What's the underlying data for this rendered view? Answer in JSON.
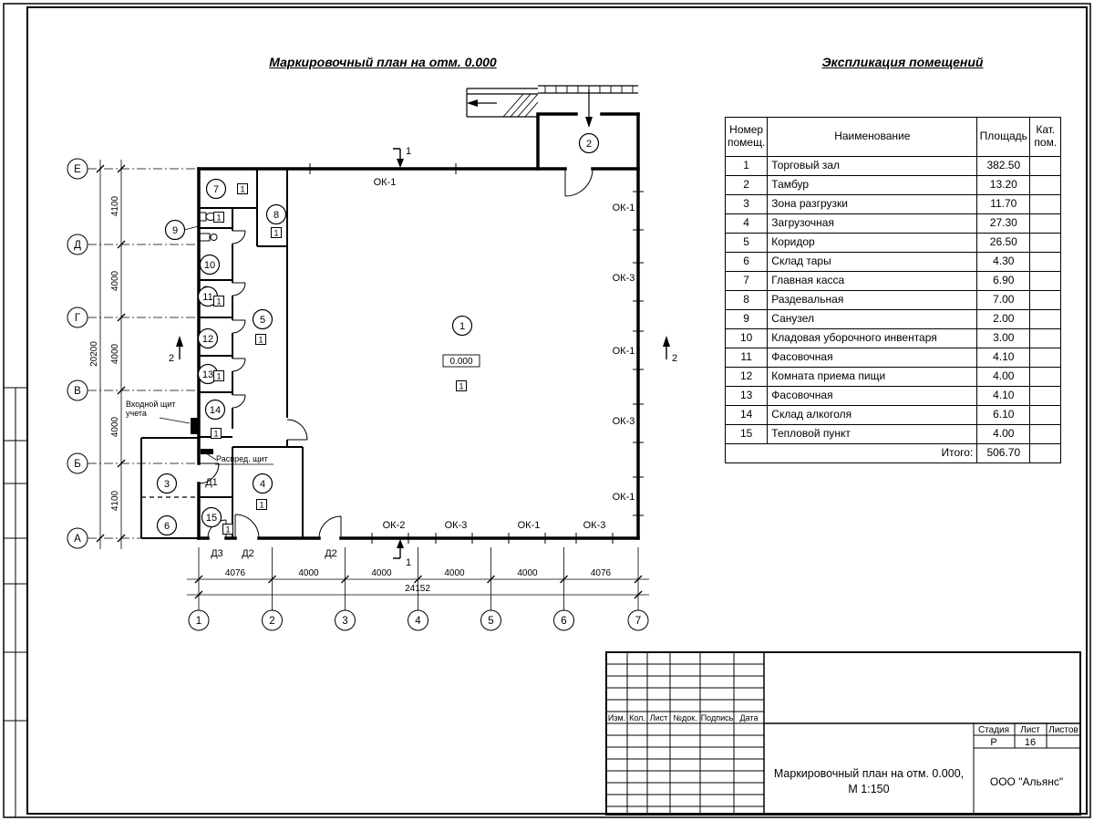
{
  "titles": {
    "plan": "Маркировочный план на отм. 0.000",
    "explication": "Экспликация помещений"
  },
  "explication": {
    "col_number": "Номер помещ.",
    "col_name": "Наименование",
    "col_area": "Площадь",
    "col_cat": "Кат. пом.",
    "rows": [
      {
        "n": "1",
        "name": "Торговый зал",
        "area": "382.50"
      },
      {
        "n": "2",
        "name": "Тамбур",
        "area": "13.20"
      },
      {
        "n": "3",
        "name": "Зона разгрузки",
        "area": "11.70"
      },
      {
        "n": "4",
        "name": "Загрузочная",
        "area": "27.30"
      },
      {
        "n": "5",
        "name": "Коридор",
        "area": "26.50"
      },
      {
        "n": "6",
        "name": "Склад тары",
        "area": "4.30"
      },
      {
        "n": "7",
        "name": "Главная касса",
        "area": "6.90"
      },
      {
        "n": "8",
        "name": "Раздевальная",
        "area": "7.00"
      },
      {
        "n": "9",
        "name": "Санузел",
        "area": "2.00"
      },
      {
        "n": "10",
        "name": "Кладовая уборочного инвентаря",
        "area": "3.00"
      },
      {
        "n": "11",
        "name": "Фасовочная",
        "area": "4.10"
      },
      {
        "n": "12",
        "name": "Комната приема пищи",
        "area": "4.00"
      },
      {
        "n": "13",
        "name": "Фасовочная",
        "area": "4.10"
      },
      {
        "n": "14",
        "name": "Склад алкоголя",
        "area": "6.10"
      },
      {
        "n": "15",
        "name": "Тепловой пункт",
        "area": "4.00"
      }
    ],
    "total_label": "Итого:",
    "total": "506.70"
  },
  "plan": {
    "row_axes": [
      "Е",
      "Д",
      "Г",
      "В",
      "Б",
      "А"
    ],
    "col_axes": [
      "1",
      "2",
      "3",
      "4",
      "5",
      "6",
      "7"
    ],
    "dims_left": [
      "4100",
      "4000",
      "4000",
      "4000",
      "4100"
    ],
    "dim_left_total": "20200",
    "dims_bottom": [
      "4076",
      "4000",
      "4000",
      "4000",
      "4000",
      "4076"
    ],
    "dim_bottom_total": "24152",
    "elevation": "0.000",
    "floor_tag": "1",
    "window_top": "ОК-1",
    "windows_right": [
      "ОК-1",
      "ОК-3",
      "ОК-1",
      "ОК-3",
      "ОК-1"
    ],
    "windows_bottom": [
      "ОК-2",
      "ОК-3",
      "ОК-1",
      "ОК-3"
    ],
    "doors": {
      "d1": "Д1",
      "d2": "Д2",
      "d3": "Д3"
    },
    "labels": {
      "entry_panel_1": "Входной щит",
      "entry_panel_2": "учета",
      "distribution_panel": "Распред. щит"
    },
    "sections": {
      "s1": "1",
      "s2": "2"
    },
    "rooms": {
      "r1": "1",
      "r2": "2",
      "r3": "3",
      "r4": "4",
      "r5": "5",
      "r6": "6",
      "r7": "7",
      "r8": "8",
      "r9": "9",
      "r10": "10",
      "r11": "11",
      "r12": "12",
      "r13": "13",
      "r14": "14",
      "r15": "15"
    }
  },
  "titleblock": {
    "cols": [
      "Изм.",
      "Кол.",
      "Лист",
      "№док.",
      "Подпись",
      "Дата"
    ],
    "doc_title_1": "Маркировочный план на отм. 0.000,",
    "doc_title_2": "М 1:150",
    "company": "ООО \"Альянс\"",
    "stage_label": "Стадия",
    "sheet_label": "Лист",
    "sheets_label": "Листов",
    "stage": "Р",
    "sheet": "16"
  }
}
